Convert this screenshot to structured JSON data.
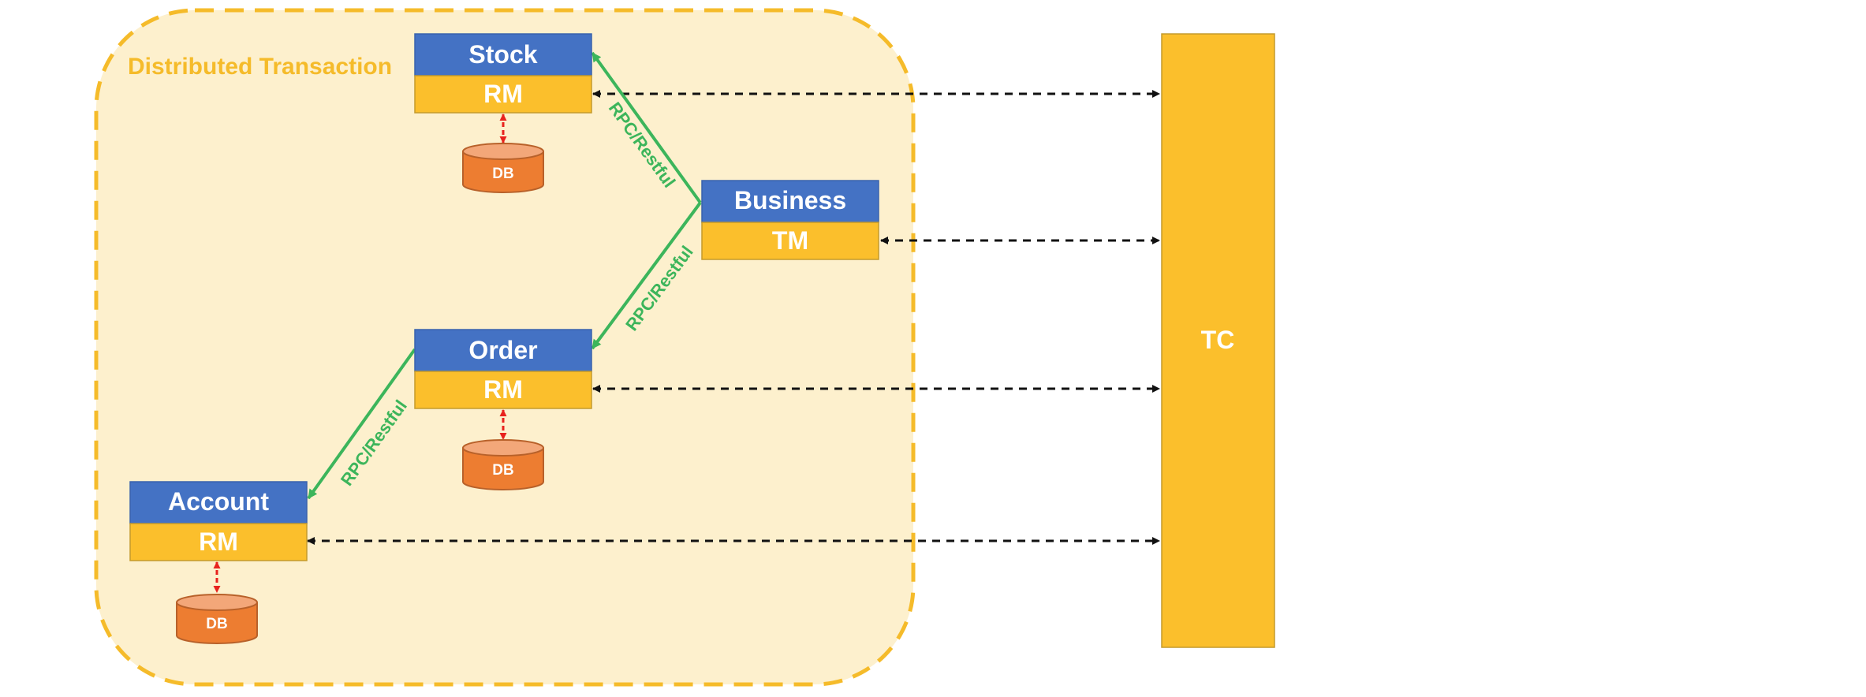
{
  "region": {
    "label": "Distributed Transaction"
  },
  "nodes": {
    "stock": {
      "title": "Stock",
      "role": "RM",
      "db": "DB"
    },
    "business": {
      "title": "Business",
      "role": "TM"
    },
    "order": {
      "title": "Order",
      "role": "RM",
      "db": "DB"
    },
    "account": {
      "title": "Account",
      "role": "RM",
      "db": "DB"
    },
    "tc": {
      "title": "TC"
    }
  },
  "edges": {
    "business_to_stock": "RPC/Restful",
    "business_to_order": "RPC/Restful",
    "order_to_account": "RPC/Restful"
  },
  "colors": {
    "region_fill": "#fdf0cd",
    "region_border": "#f5bb2a",
    "region_label": "#f5bb2a",
    "node_header": "#4472c4",
    "node_header_border": "#3a63ad",
    "node_role": "#fbbf2c",
    "node_role_border": "#c49a2c",
    "db_fill": "#ed7d31",
    "db_top": "#f3a779",
    "db_border": "#b8612a",
    "rpc_green": "#3cb55b",
    "db_link_red": "#e8221d",
    "tc_link_black": "#111111",
    "tc_fill": "#fbbf2c",
    "tc_border": "#c49a2c"
  },
  "icons": {
    "database": "database-cylinder-icon"
  }
}
